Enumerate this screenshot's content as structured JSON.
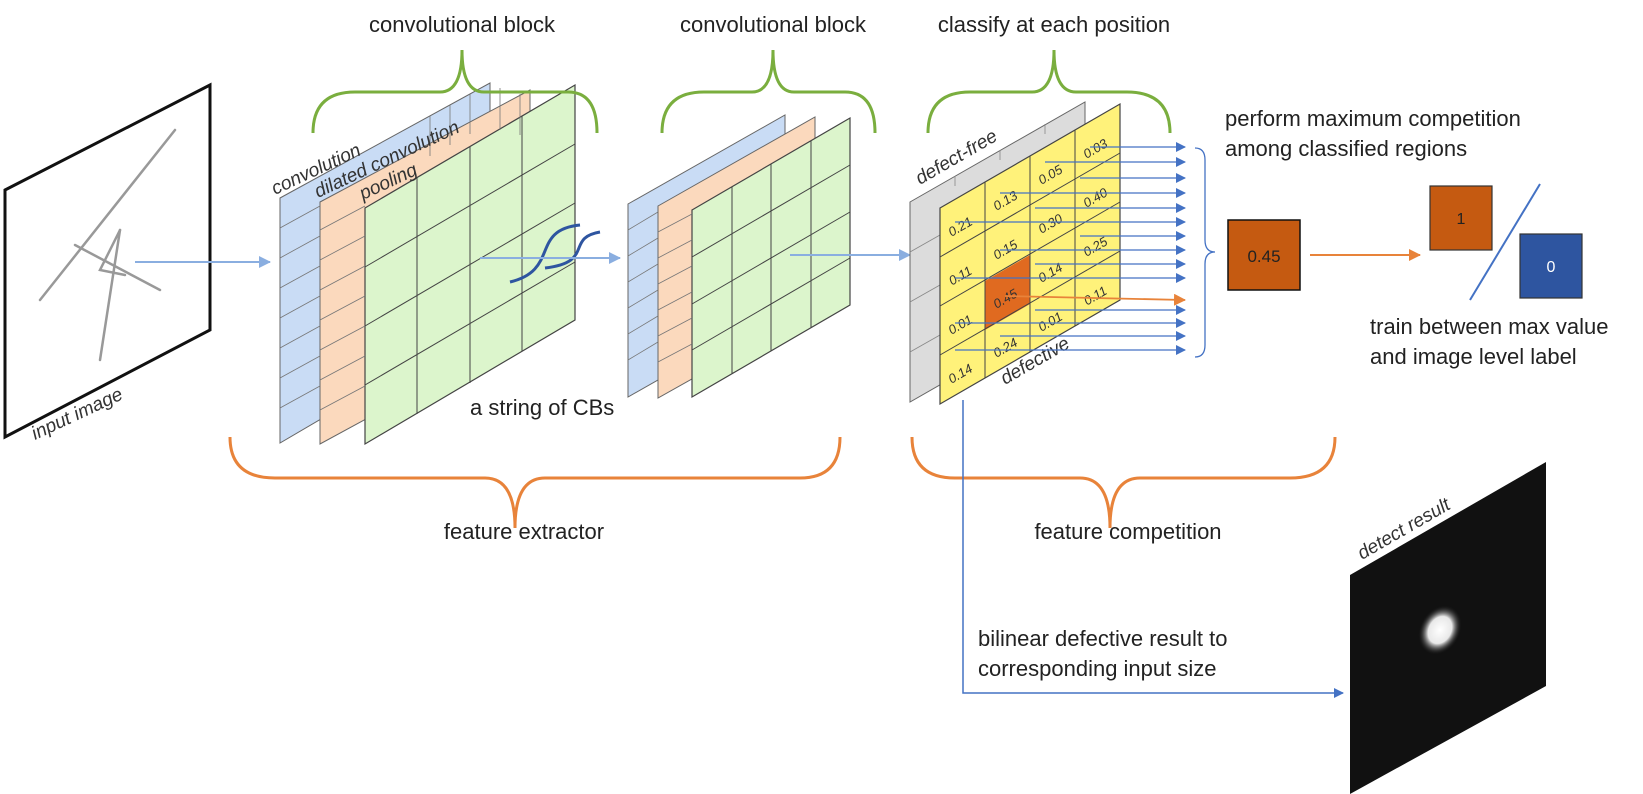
{
  "labels": {
    "input_image": "input image",
    "conv_block_1": "convolutional block",
    "conv_block_2": "convolutional block",
    "classify": "classify at each position",
    "convolution": "convolution",
    "dilated_convolution": "dilated convolution",
    "pooling": "pooling",
    "string_of_cbs": "a string of CBs",
    "defect_free": "defect-free",
    "defective": "defective",
    "perform_line1": "perform maximum competition",
    "perform_line2": "among classified regions",
    "max_value": "0.45",
    "label_one": "1",
    "label_zero": "0",
    "train_line1": "train between max value",
    "train_line2": "and image level label",
    "feature_extractor": "feature extractor",
    "feature_competition": "feature competition",
    "detect_result": "detect result",
    "bilinear_line1": "bilinear defective result to",
    "bilinear_line2": "corresponding input size"
  },
  "grid_values": [
    [
      "0.21",
      "0.13",
      "0.05",
      "0.03"
    ],
    [
      "0.11",
      "0.15",
      "0.30",
      "0.40"
    ],
    [
      "0.01",
      "0.45",
      "0.14",
      "0.25"
    ],
    [
      "0.14",
      "0.24",
      "0.01",
      "0.11"
    ]
  ],
  "colors": {
    "brace_green": "#7aae3e",
    "brace_orange": "#e8833a",
    "arrow_blue": "#4472c4",
    "light_blue_arrow": "#8aaee0",
    "conv_blue": "#c9dcf5",
    "pool_peach": "#fbd9bd",
    "green_layer": "#dcf5cc",
    "yellow_layer": "#fff27a",
    "gray_layer": "#dcdcdc",
    "highlight_orange": "#e06a20",
    "max_box": "#c55a11",
    "zero_box": "#2e55a0"
  }
}
